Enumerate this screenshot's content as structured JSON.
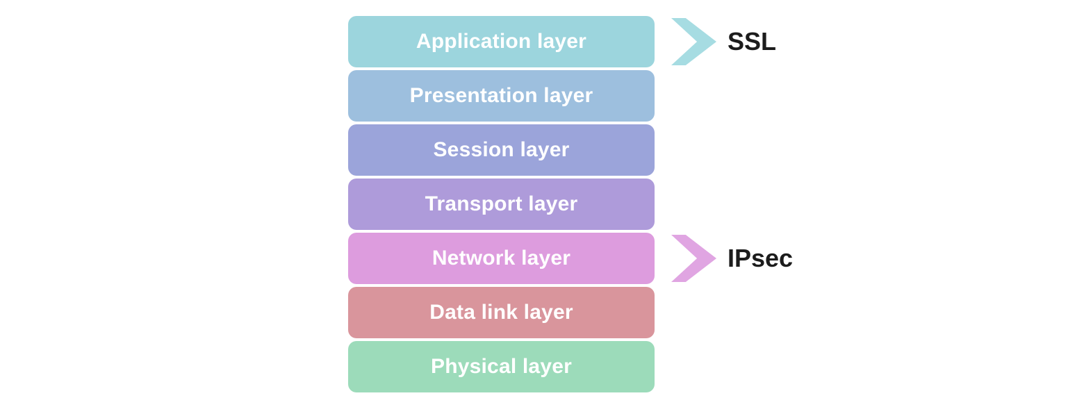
{
  "diagram": {
    "background": "#ffffff",
    "layer_text_color": "#ffffff",
    "annotation_text_color": "#1c1c1c",
    "layers": [
      {
        "label": "Application layer",
        "color": "#9cd5dd"
      },
      {
        "label": "Presentation layer",
        "color": "#9dbfde"
      },
      {
        "label": "Session layer",
        "color": "#9ba4da"
      },
      {
        "label": "Transport layer",
        "color": "#ae9bda"
      },
      {
        "label": "Network layer",
        "color": "#dd9cde"
      },
      {
        "label": "Data link layer",
        "color": "#d9959c"
      },
      {
        "label": "Physical layer",
        "color": "#9cdbba"
      }
    ],
    "annotations": [
      {
        "label": "SSL",
        "layer": "Application layer",
        "layer_index": 0,
        "chevron_color": "#a6dce2"
      },
      {
        "label": "IPsec",
        "layer": "Network layer",
        "layer_index": 4,
        "chevron_color": "#e0a5e2"
      }
    ]
  }
}
